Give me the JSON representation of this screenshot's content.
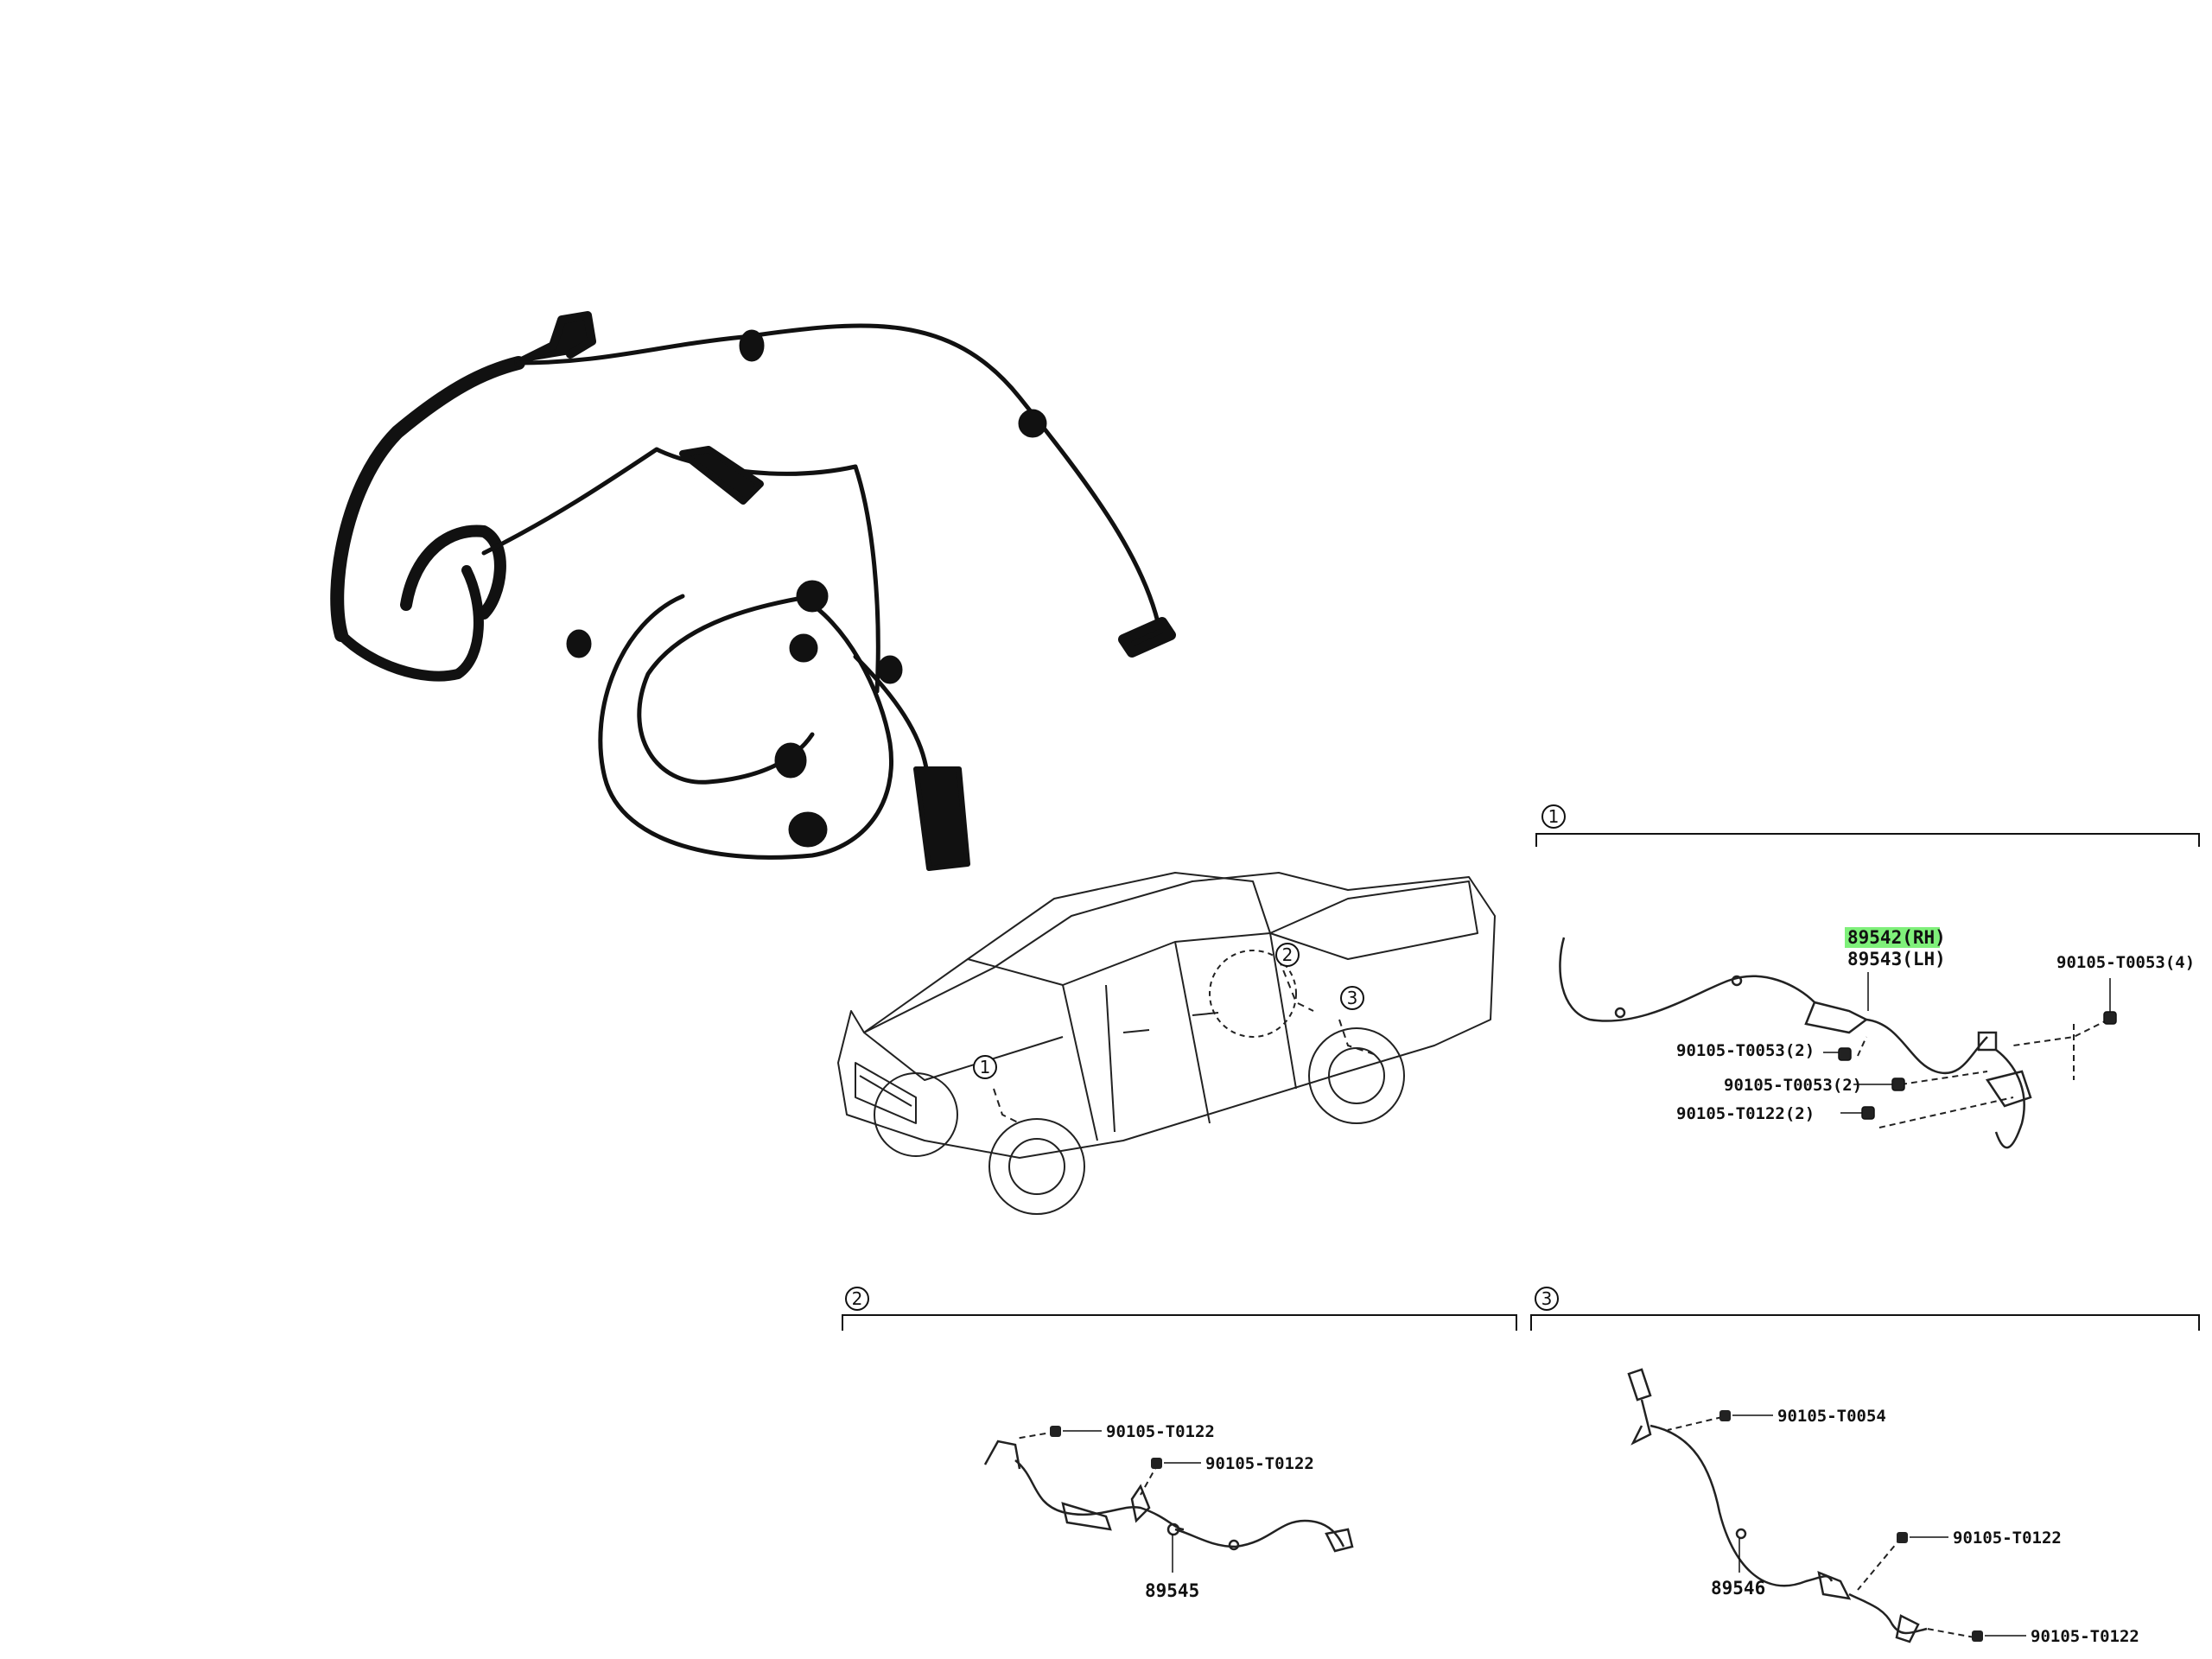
{
  "callouts": [
    "1",
    "2",
    "3"
  ],
  "section1": {
    "callout": "1",
    "part_rh": "89542(RH)",
    "part_lh": "89543(LH)",
    "highlight_color": "#7ff07a",
    "bolts": [
      "90105-T0053(4)",
      "90105-T0053(2)",
      "90105-T0053(2)",
      "90105-T0122(2)"
    ]
  },
  "section2": {
    "callout": "2",
    "part": "89545",
    "bolts": [
      "90105-T0122",
      "90105-T0122"
    ]
  },
  "section3": {
    "callout": "3",
    "part": "89546",
    "bolts": [
      "90105-T0054",
      "90105-T0122",
      "90105-T0122"
    ]
  },
  "vehicle_callouts": [
    "1",
    "2",
    "3"
  ]
}
